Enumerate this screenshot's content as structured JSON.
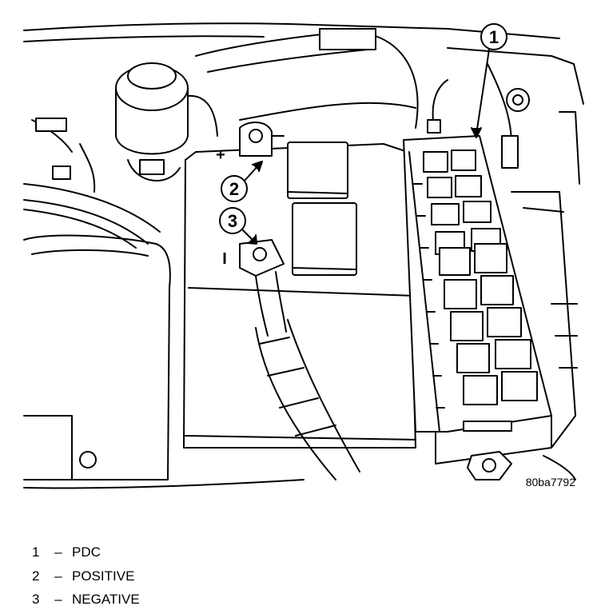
{
  "callouts": [
    {
      "number": "1"
    },
    {
      "number": "2"
    },
    {
      "number": "3"
    }
  ],
  "terminal_symbols": {
    "positive": "+",
    "negative": "I"
  },
  "figure_code": "80ba7792",
  "legend": [
    {
      "number": "1",
      "dash": "–",
      "label": "PDC"
    },
    {
      "number": "2",
      "dash": "–",
      "label": "POSITIVE"
    },
    {
      "number": "3",
      "dash": "–",
      "label": "NEGATIVE"
    }
  ]
}
